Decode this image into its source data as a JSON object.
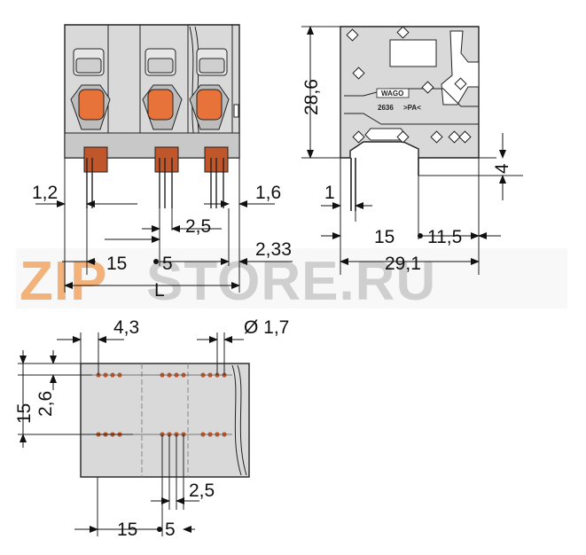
{
  "watermark": {
    "part1": "ZIP",
    "part2": "STORE.RU"
  },
  "colors": {
    "housing": "#d9d9d9",
    "housing_dark": "#bfbfbf",
    "lever": "#e8733a",
    "pins": "#c0562a",
    "line": "#222222",
    "wm_orange": "#f3b27a",
    "wm_gray": "#cfcfcf"
  },
  "front_view": {
    "dims": {
      "left_gap": "1,2",
      "right_gap": "1,6",
      "pitch_half": "2,5",
      "pitch_15": "15",
      "pitch_5": "5",
      "edge": "2,33",
      "length": "L"
    }
  },
  "side_view": {
    "dims": {
      "height": "28,6",
      "pin_len": "4",
      "pin_w": "1",
      "width_15": "15",
      "width_11_5": "11,5",
      "depth": "29,1"
    },
    "marking": {
      "brand": "WAGO",
      "code": "2636",
      "material": ">PA<"
    }
  },
  "bottom_view": {
    "dims": {
      "hole_offset": "4,3",
      "hole_dia": "Ø 1,7",
      "row_15": "15",
      "row_2_6": "2,6",
      "pitch_2_5": "2,5",
      "pitch_15": "15",
      "pitch_5": "5"
    }
  }
}
